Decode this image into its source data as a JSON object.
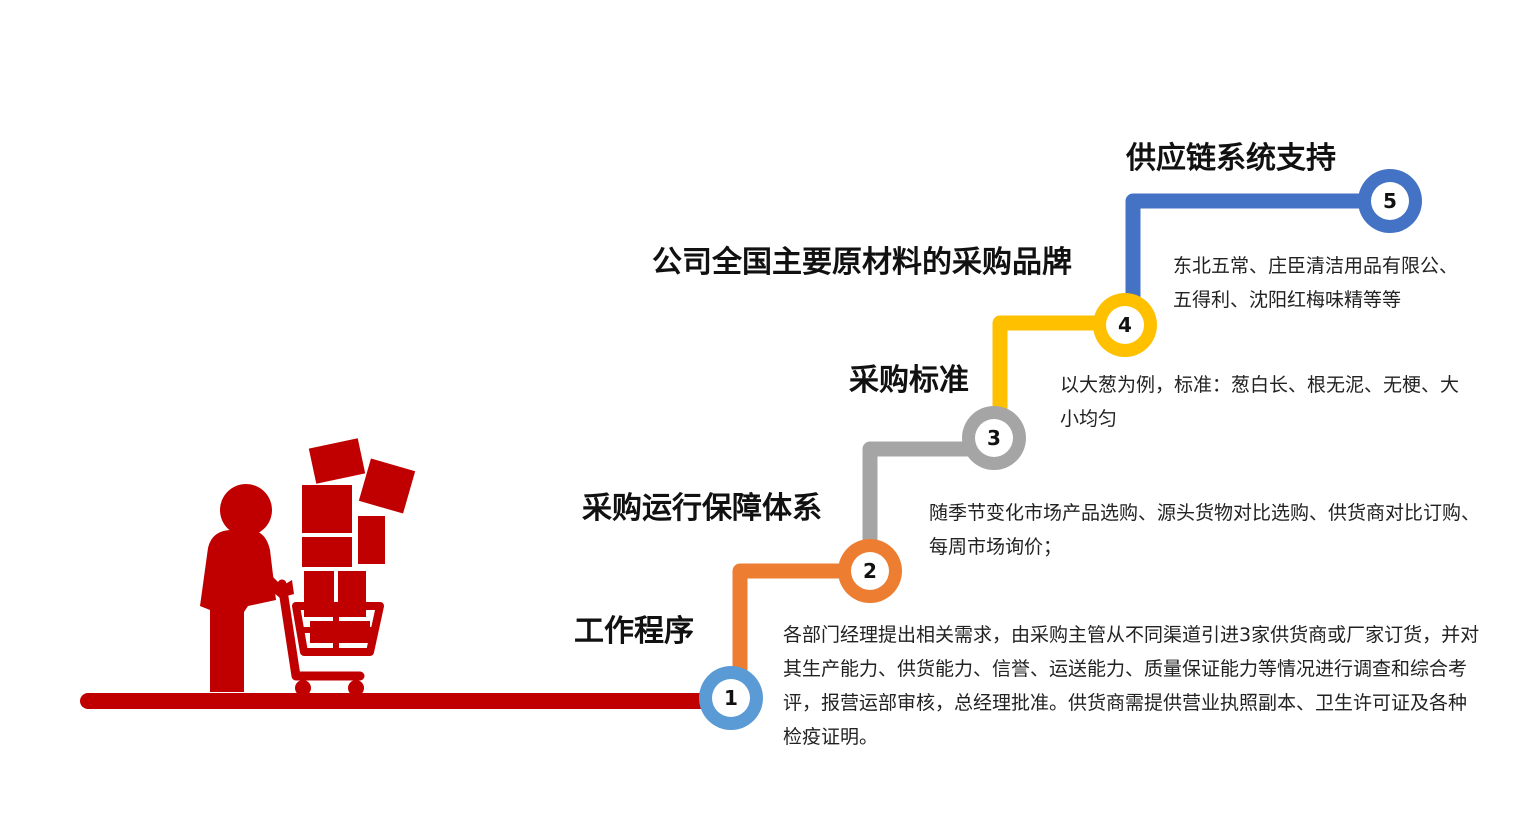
{
  "colors": {
    "ground": "#c00000",
    "cart_figure": "#c00000",
    "step1": "#5b9bd5",
    "step2": "#ed7d31",
    "step3": "#a5a5a5",
    "step4": "#ffc000",
    "step5": "#4472c4"
  },
  "icons": [
    "person-pushing-cart-icon",
    "box-icon"
  ],
  "steps": [
    {
      "number": "1",
      "title": "工作程序",
      "description": "各部门经理提出相关需求，由采购主管从不同渠道引进3家供货商或厂家订货，并对其生产能力、供货能力、信誉、运送能力、质量保证能力等情况进行调查和综合考评，报营运部审核，总经理批准。供货商需提供营业执照副本、卫生许可证及各种检疫证明。"
    },
    {
      "number": "2",
      "title": "采购运行保障体系",
      "description": "随季节变化市场产品选购、源头货物对比选购、供货商对比订购、每周市场询价；"
    },
    {
      "number": "3",
      "title": "采购标准",
      "description": "以大葱为例，标准：葱白长、根无泥、无梗、大小均匀"
    },
    {
      "number": "4",
      "title": "公司全国主要原材料的采购品牌",
      "description": "东北五常、庄臣清洁用品有限公、五得利、沈阳红梅味精等等"
    },
    {
      "number": "5",
      "title": "供应链系统支持",
      "description": ""
    }
  ]
}
